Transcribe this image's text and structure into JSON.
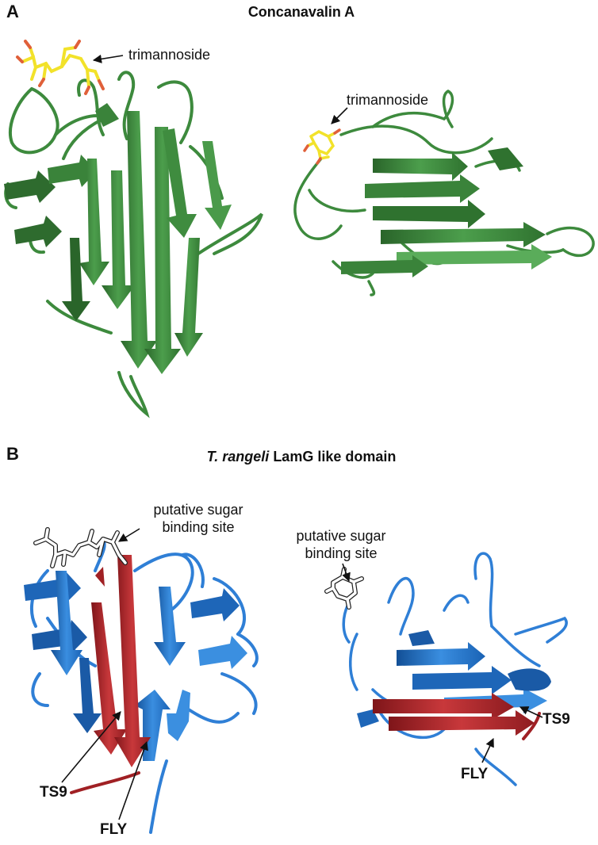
{
  "panel_a": {
    "letter": "A",
    "title": "Concanavalin A",
    "left_view": {
      "ligand_label": "trimannoside"
    },
    "right_view": {
      "ligand_label": "trimannoside"
    },
    "colors": {
      "strand_dark": "#2f6e2f",
      "strand_mid": "#3d8a3d",
      "strand_light": "#5aac5a",
      "ligand": "#f2e22a",
      "ligand_o": "#e0603a"
    }
  },
  "panel_b": {
    "letter": "B",
    "title_italic": "T. rangeli",
    "title_rest": " LamG like domain",
    "left_view": {
      "site_label_line1": "putative sugar",
      "site_label_line2": "binding site",
      "strand_label_1": "TS9",
      "strand_label_2": "FLY"
    },
    "right_view": {
      "site_label_line1": "putative sugar",
      "site_label_line2": "binding site",
      "strand_label_1": "TS9",
      "strand_label_2": "FLY"
    },
    "colors": {
      "strand_blue": "#1f6fc4",
      "strand_blue_light": "#3b8fe0",
      "highlight_red": "#b3262a"
    }
  }
}
